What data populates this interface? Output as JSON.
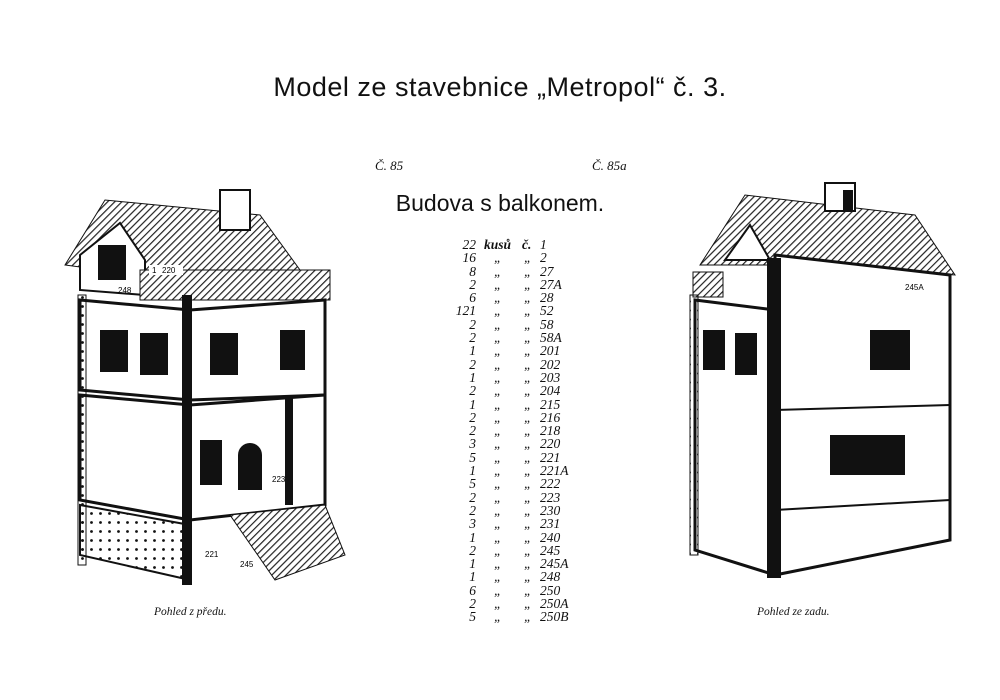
{
  "page": {
    "title": "Model ze stavebnice „Metropol“ č. 3.",
    "ref_left": "Č. 85",
    "ref_right": "Č. 85a",
    "subtitle": "Budova s balkonem.",
    "caption_left": "Pohled z předu.",
    "caption_right": "Pohled ze zadu.",
    "illustration_labels_front": [
      "1",
      "220",
      "248",
      "223",
      "221",
      "245"
    ],
    "illustration_labels_back": [
      "245A"
    ]
  },
  "parts": {
    "header": {
      "qty": "22",
      "unit": "kusů",
      "code": "č.",
      "part": "1"
    },
    "ditto": "„",
    "rows": [
      {
        "qty": "16",
        "part": "2"
      },
      {
        "qty": "8",
        "part": "27"
      },
      {
        "qty": "2",
        "part": "27A"
      },
      {
        "qty": "6",
        "part": "28"
      },
      {
        "qty": "121",
        "part": "52"
      },
      {
        "qty": "2",
        "part": "58"
      },
      {
        "qty": "2",
        "part": "58A"
      },
      {
        "qty": "1",
        "part": "201"
      },
      {
        "qty": "2",
        "part": "202"
      },
      {
        "qty": "1",
        "part": "203"
      },
      {
        "qty": "2",
        "part": "204"
      },
      {
        "qty": "1",
        "part": "215"
      },
      {
        "qty": "2",
        "part": "216"
      },
      {
        "qty": "2",
        "part": "218"
      },
      {
        "qty": "3",
        "part": "220"
      },
      {
        "qty": "5",
        "part": "221"
      },
      {
        "qty": "1",
        "part": "221A"
      },
      {
        "qty": "5",
        "part": "222"
      },
      {
        "qty": "2",
        "part": "223"
      },
      {
        "qty": "2",
        "part": "230"
      },
      {
        "qty": "3",
        "part": "231"
      },
      {
        "qty": "1",
        "part": "240"
      },
      {
        "qty": "2",
        "part": "245"
      },
      {
        "qty": "1",
        "part": "245A"
      },
      {
        "qty": "1",
        "part": "248"
      },
      {
        "qty": "6",
        "part": "250"
      },
      {
        "qty": "2",
        "part": "250A"
      },
      {
        "qty": "5",
        "part": "250B"
      }
    ]
  }
}
